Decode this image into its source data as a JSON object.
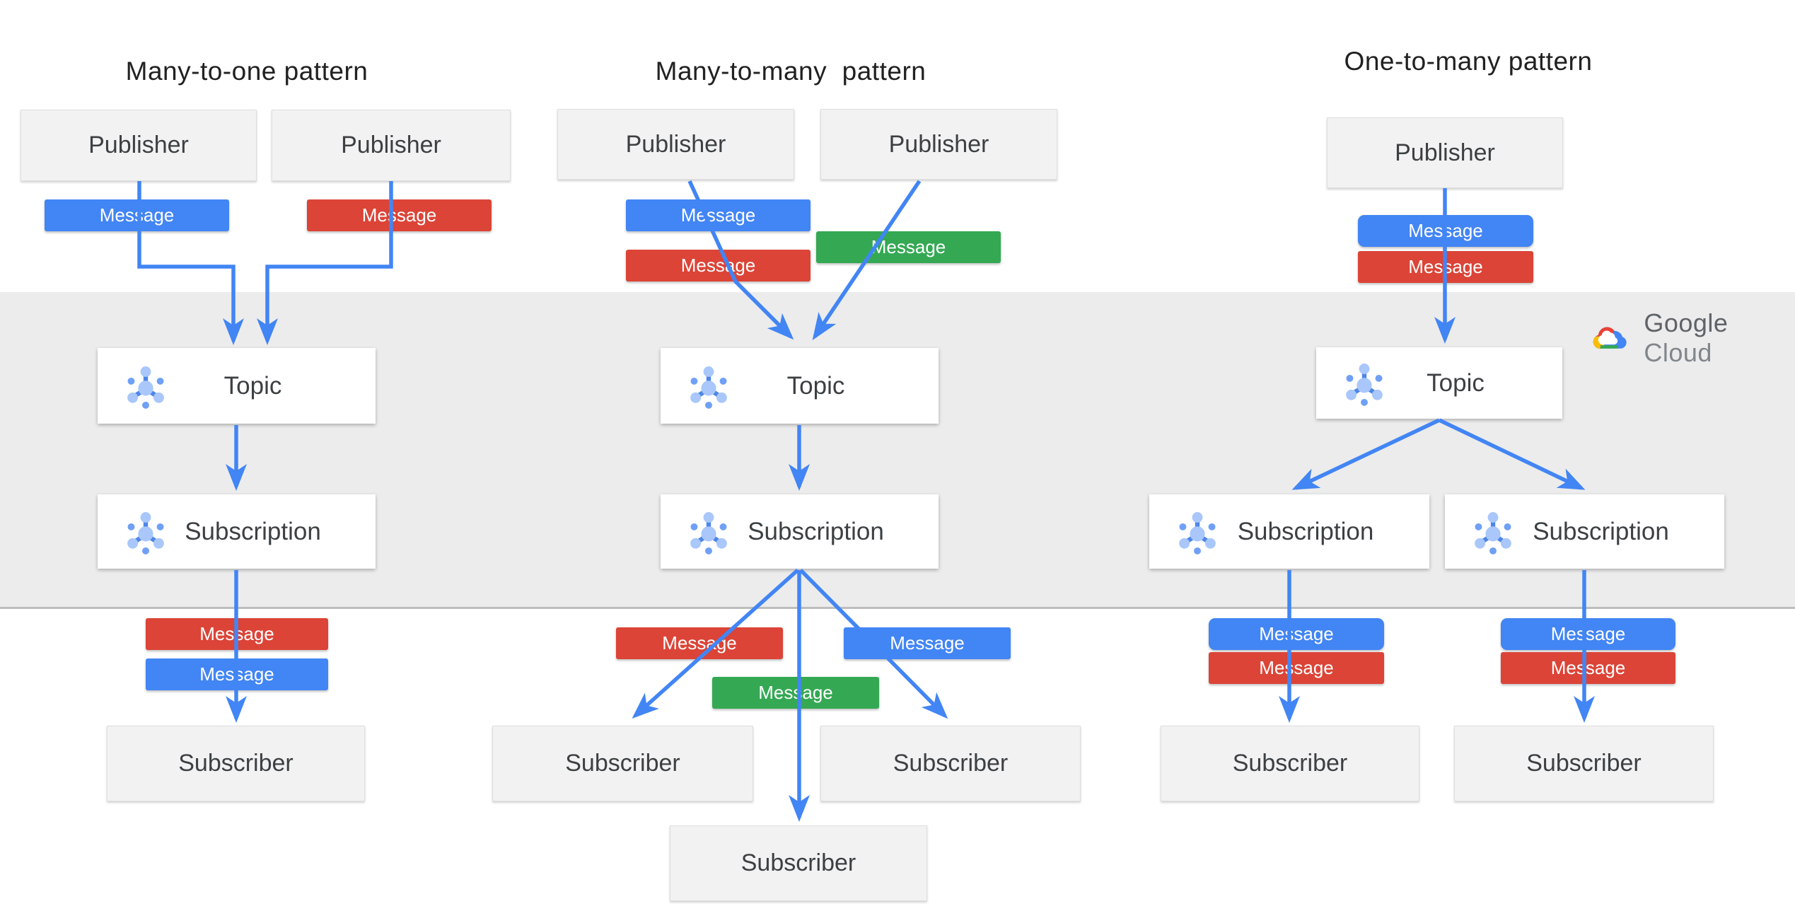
{
  "logo": {
    "google": "Google",
    "cloud": "Cloud"
  },
  "colors": {
    "blue": "#4285F4",
    "red": "#DB4437",
    "green": "#34A853",
    "wire": "#4285F4",
    "band": "#ECECEC",
    "gray_box": "#F2F2F2",
    "white_box": "#FFFFFF",
    "text_dark": "#3C4043"
  },
  "patterns": [
    {
      "title": "Many-to-one pattern",
      "publishers": [
        {
          "label": "Publisher"
        },
        {
          "label": "Publisher"
        }
      ],
      "publisher_messages": [
        {
          "color": "blue",
          "label": "Message"
        },
        {
          "color": "red",
          "label": "Message"
        }
      ],
      "topic": {
        "label": "Topic"
      },
      "subscriptions": [
        {
          "label": "Subscription"
        }
      ],
      "subscriber_messages": [
        {
          "color": "red",
          "label": "Message"
        },
        {
          "color": "blue",
          "label": "Message"
        }
      ],
      "subscribers": [
        {
          "label": "Subscriber"
        }
      ]
    },
    {
      "title": "Many-to-many  pattern",
      "publishers": [
        {
          "label": "Publisher"
        },
        {
          "label": "Publisher"
        }
      ],
      "publisher_messages": [
        {
          "color": "blue",
          "label": "Message"
        },
        {
          "color": "red",
          "label": "Message"
        },
        {
          "color": "green",
          "label": "Message"
        }
      ],
      "topic": {
        "label": "Topic"
      },
      "subscriptions": [
        {
          "label": "Subscription"
        }
      ],
      "subscriber_messages": [
        {
          "color": "red",
          "label": "Message"
        },
        {
          "color": "blue",
          "label": "Message"
        },
        {
          "color": "green",
          "label": "Message"
        }
      ],
      "subscribers": [
        {
          "label": "Subscriber"
        },
        {
          "label": "Subscriber"
        },
        {
          "label": "Subscriber"
        }
      ]
    },
    {
      "title": "One-to-many pattern",
      "publishers": [
        {
          "label": "Publisher"
        }
      ],
      "publisher_messages": [
        {
          "color": "blue",
          "label": "Message"
        },
        {
          "color": "red",
          "label": "Message"
        }
      ],
      "topic": {
        "label": "Topic"
      },
      "subscriptions": [
        {
          "label": "Subscription"
        },
        {
          "label": "Subscription"
        }
      ],
      "subscriber_messages": [
        {
          "color": "blue",
          "label": "Message"
        },
        {
          "color": "red",
          "label": "Message"
        },
        {
          "color": "blue",
          "label": "Message"
        },
        {
          "color": "red",
          "label": "Message"
        }
      ],
      "subscribers": [
        {
          "label": "Subscriber"
        },
        {
          "label": "Subscriber"
        }
      ]
    }
  ]
}
